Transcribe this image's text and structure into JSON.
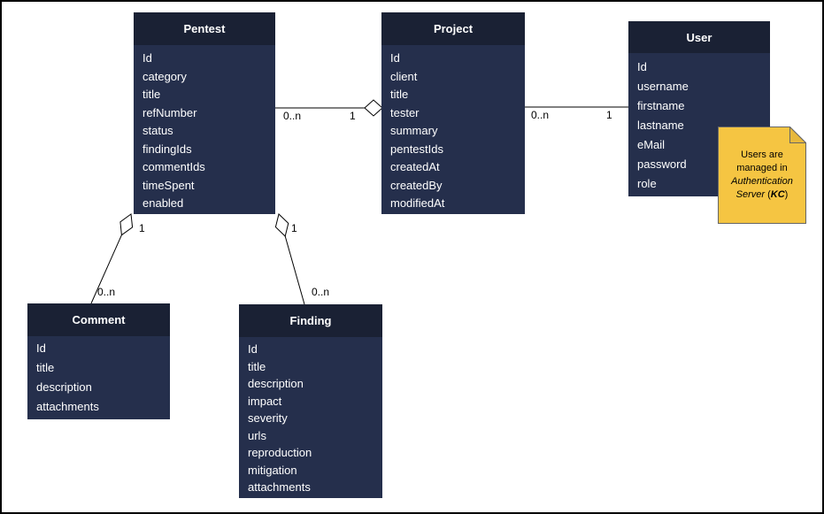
{
  "colors": {
    "canvas_bg": "#ffffff",
    "canvas_border": "#000000",
    "entity_header": "#1a2134",
    "entity_body": "#252f4c",
    "entity_text": "#ffffff",
    "connector": "#000000",
    "note_fill": "#f5c542",
    "note_fold": "#e7b83c",
    "note_border": "#666666"
  },
  "entities": [
    {
      "name": "Pentest",
      "fields": [
        "Id",
        "category",
        "title",
        "refNumber",
        "status",
        "findingIds",
        "commentIds",
        "timeSpent",
        "enabled"
      ]
    },
    {
      "name": "Project",
      "fields": [
        "Id",
        "client",
        "title",
        "tester",
        "summary",
        "pentestIds",
        "createdAt",
        "createdBy",
        "modifiedAt"
      ]
    },
    {
      "name": "User",
      "fields": [
        "Id",
        "username",
        "firstname",
        "lastname",
        "eMail",
        "password",
        "role"
      ]
    },
    {
      "name": "Comment",
      "fields": [
        "Id",
        "title",
        "description",
        "attachments"
      ]
    },
    {
      "name": "Finding",
      "fields": [
        "Id",
        "title",
        "description",
        "impact",
        "severity",
        "urls",
        "reproduction",
        "mitigation",
        "attachments"
      ]
    }
  ],
  "connections": [
    {
      "from": "Pentest",
      "to": "Project",
      "from_label": "0..n",
      "to_label": "1",
      "diamond_at": "Project"
    },
    {
      "from": "Project",
      "to": "User",
      "from_label": "0..n",
      "to_label": "1",
      "diamond_at": "none"
    },
    {
      "from": "Comment",
      "to": "Pentest",
      "from_label": "0..n",
      "to_label": "1",
      "diamond_at": "Pentest"
    },
    {
      "from": "Finding",
      "to": "Pentest",
      "from_label": "0..n",
      "to_label": "1",
      "diamond_at": "Pentest"
    }
  ],
  "note": {
    "text": "Users are managed in Authentication Server (KC)",
    "segments": [
      {
        "text": "Users are managed in ",
        "style": "normal"
      },
      {
        "text": "Authentication Server",
        "style": "italic"
      },
      {
        "text": " (",
        "style": "normal"
      },
      {
        "text": "KC",
        "style": "bold-italic"
      },
      {
        "text": ")",
        "style": "normal"
      }
    ]
  }
}
